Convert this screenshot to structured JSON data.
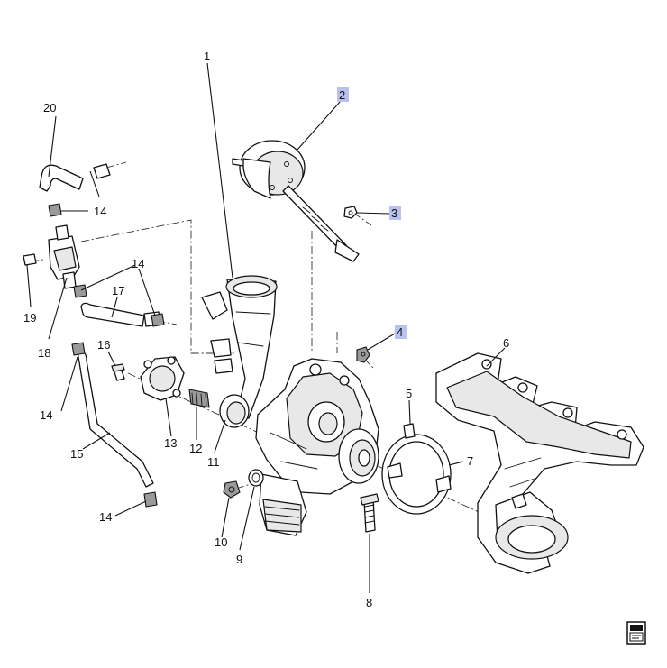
{
  "diagram": {
    "callouts": [
      {
        "id": "c1",
        "label": "1"
      },
      {
        "id": "c2",
        "label": "2",
        "highlighted": true
      },
      {
        "id": "c3",
        "label": "3",
        "highlighted": true
      },
      {
        "id": "c4",
        "label": "4",
        "highlighted": true
      },
      {
        "id": "c5",
        "label": "5"
      },
      {
        "id": "c6",
        "label": "6"
      },
      {
        "id": "c7",
        "label": "7"
      },
      {
        "id": "c8",
        "label": "8"
      },
      {
        "id": "c9",
        "label": "9"
      },
      {
        "id": "c10",
        "label": "10"
      },
      {
        "id": "c11",
        "label": "11"
      },
      {
        "id": "c12",
        "label": "12"
      },
      {
        "id": "c13",
        "label": "13"
      },
      {
        "id": "c14a",
        "label": "14"
      },
      {
        "id": "c14b",
        "label": "14"
      },
      {
        "id": "c14c",
        "label": "14"
      },
      {
        "id": "c14d",
        "label": "14"
      },
      {
        "id": "c15",
        "label": "15"
      },
      {
        "id": "c16",
        "label": "16"
      },
      {
        "id": "c17",
        "label": "17"
      },
      {
        "id": "c18",
        "label": "18"
      },
      {
        "id": "c19",
        "label": "19"
      },
      {
        "id": "c20",
        "label": "20"
      }
    ],
    "highlight_color": "#b9c2ee",
    "corner_icon": "document-book-icon"
  }
}
